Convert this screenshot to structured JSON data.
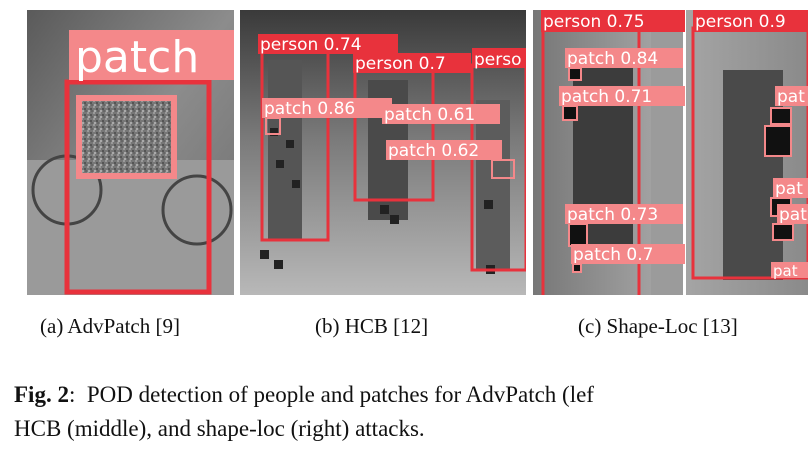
{
  "figure": {
    "panels": [
      {
        "labels": [
          "patch"
        ],
        "subcaption": "(a) AdvPatch [9]"
      },
      {
        "labels": [
          "person 0.74",
          "person 0.7",
          "perso",
          "patch 0.86",
          "patch 0.61",
          "patch 0.62"
        ],
        "subcaption": "(b) HCB [12]"
      },
      {
        "labels": [
          "person 0.75",
          "person 0.9",
          "patch 0.84",
          "patch 0.71",
          "patch 0.73",
          "patch 0.7",
          "pat",
          "pat",
          "pat",
          "pat"
        ],
        "subcaption": "(c) Shape-Loc [13]"
      }
    ],
    "caption": {
      "label": "Fig. 2",
      "colon": ":",
      "line1": "POD detection of people and patches for AdvPatch (lef",
      "line2": "HCB (middle), and shape-loc (right) attacks."
    },
    "colors": {
      "person_box": "#e8323c",
      "patch_box": "#f4888a"
    }
  }
}
